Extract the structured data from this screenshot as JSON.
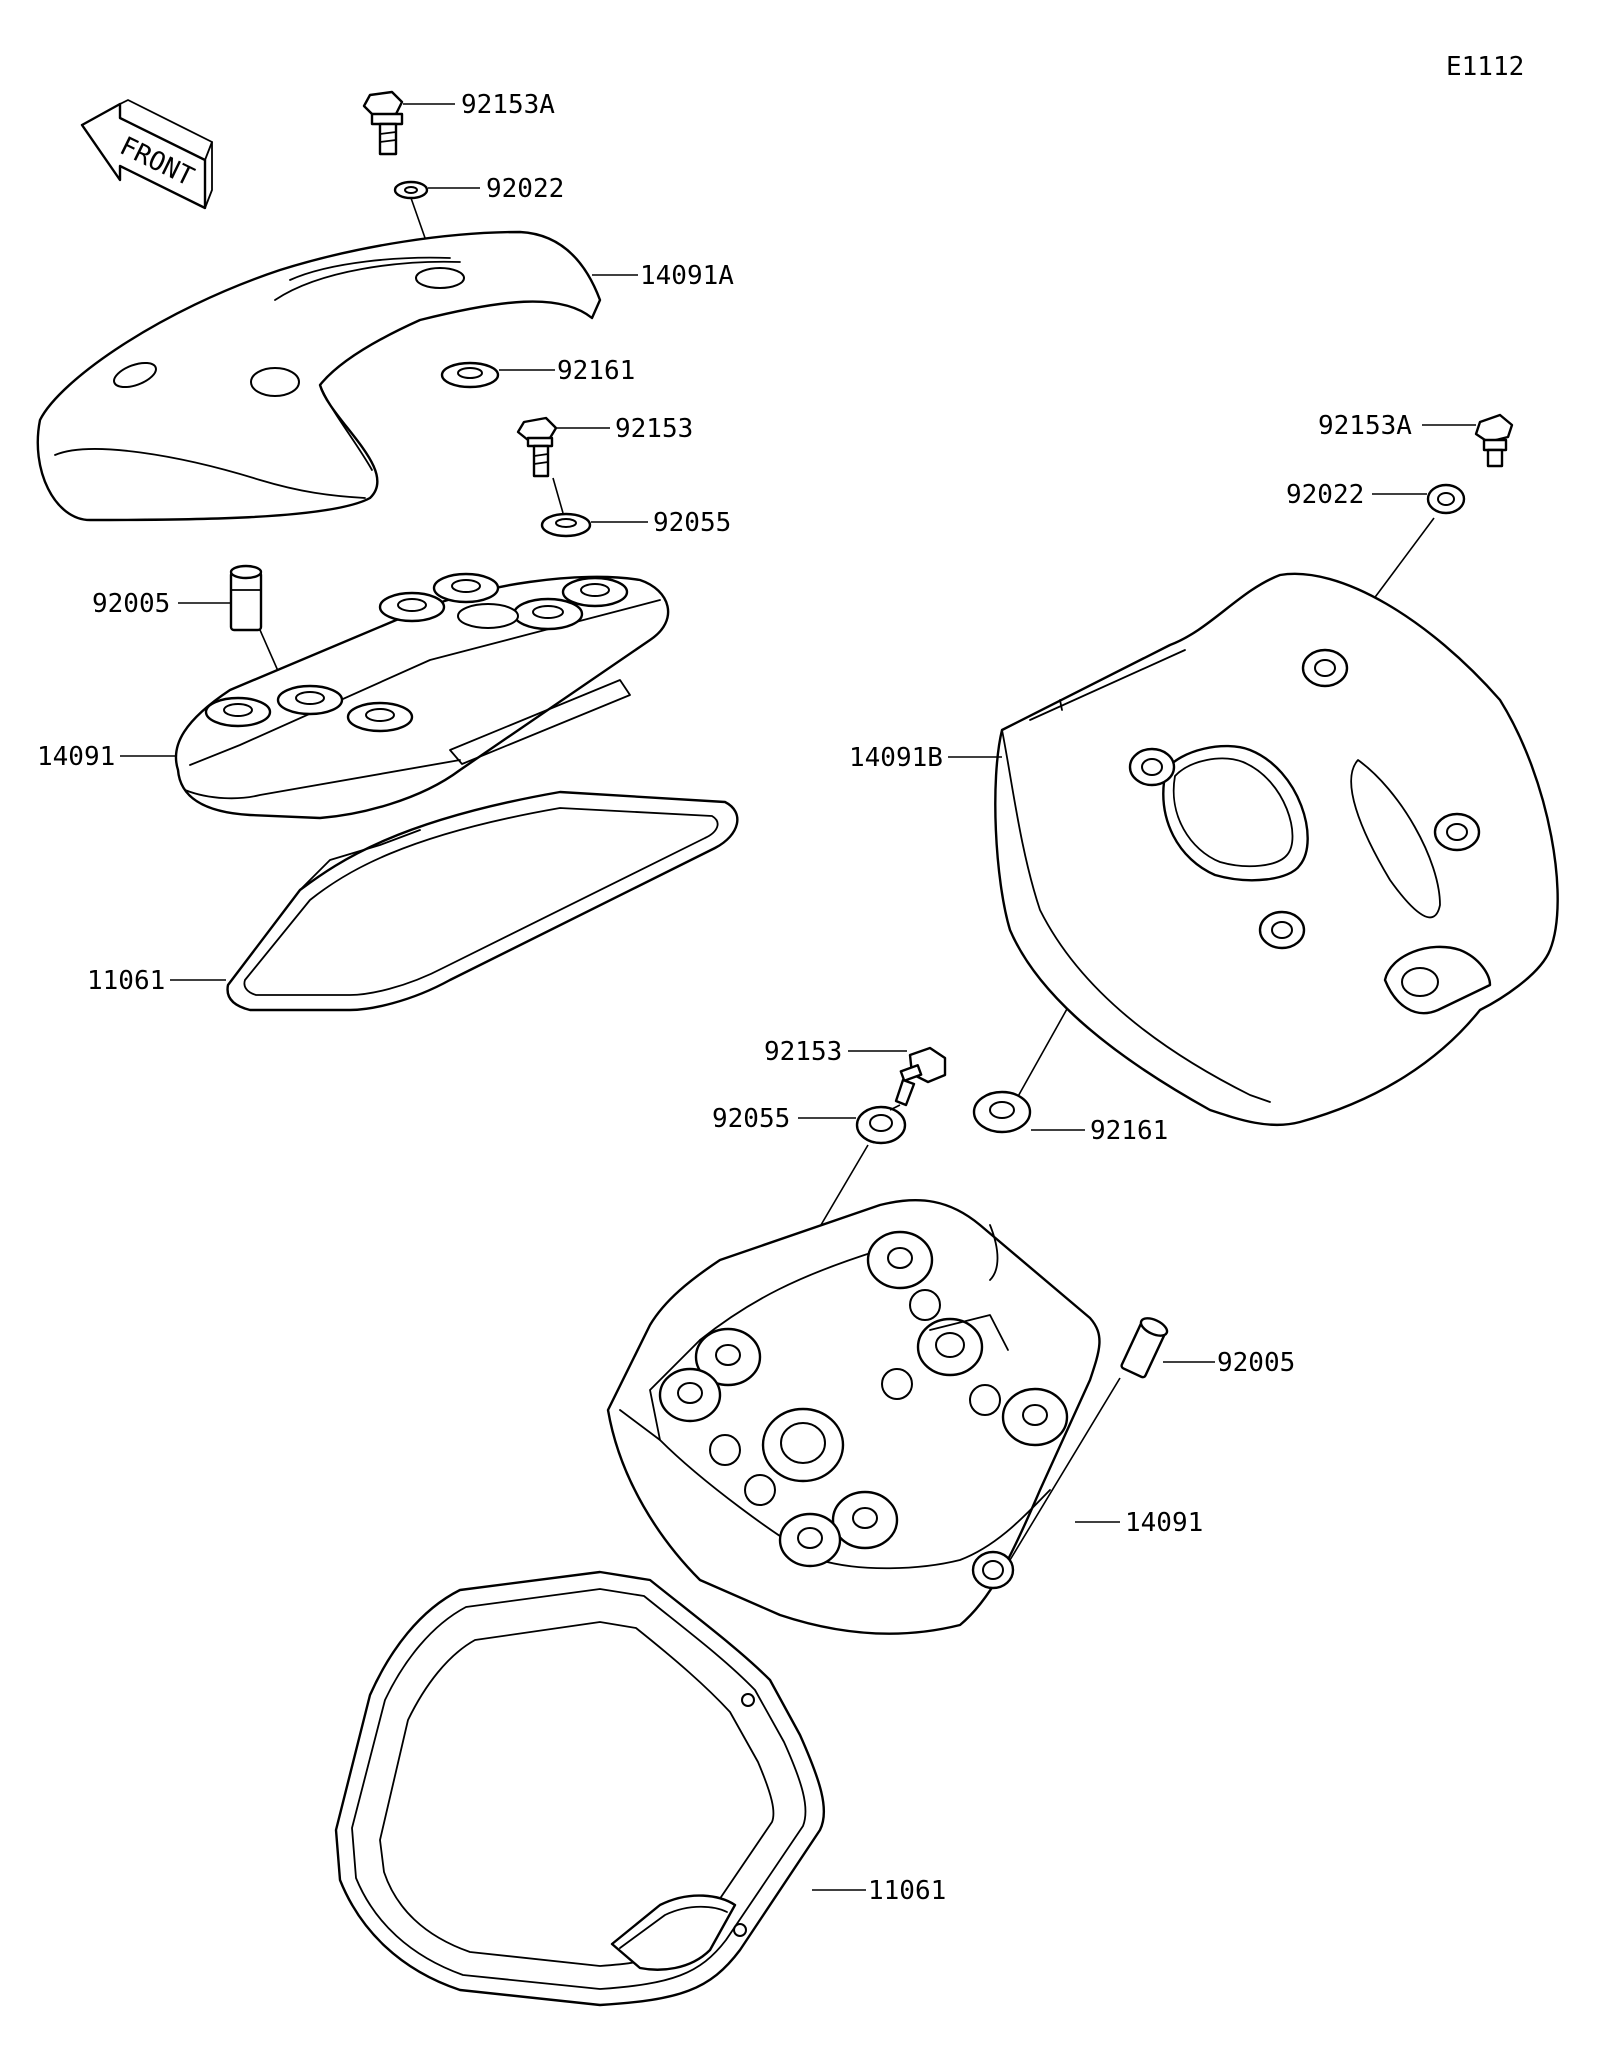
{
  "diagram_code": "E1112",
  "front_arrow_text": "FRONT",
  "callouts": {
    "upper": {
      "bolt_a": "92153A",
      "washer_a": "92022",
      "cover_a": "14091A",
      "grommet": "92161",
      "bolt": "92153",
      "washer": "92055",
      "dowel": "92005",
      "head_cover": "14091",
      "gasket": "11061"
    },
    "lower": {
      "bolt_a": "92153A",
      "washer_a": "92022",
      "cover_b": "14091B",
      "bolt": "92153",
      "washer": "92055",
      "grommet": "92161",
      "dowel": "92005",
      "head_cover": "14091",
      "gasket": "11061"
    }
  }
}
